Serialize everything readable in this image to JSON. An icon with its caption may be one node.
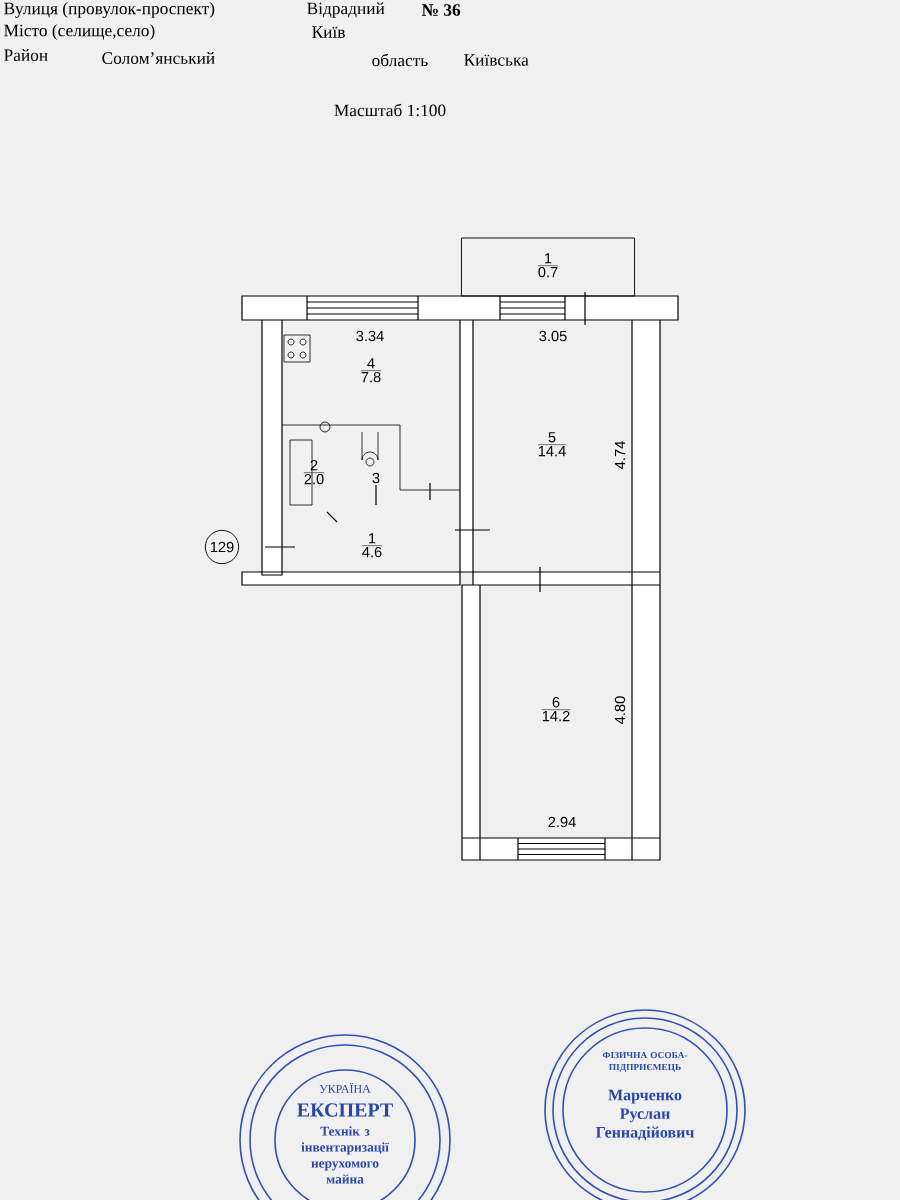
{
  "diagram": {
    "nodes": [
      {
        "text": [
          "1",
          "0.7"
        ]
      },
      {
        "text": [
          "4",
          "7.8"
        ]
      },
      {
        "text": [
          "5",
          "14.4"
        ]
      },
      {
        "text": [
          "2",
          "2.0"
        ]
      },
      {
        "text": [
          "3"
        ]
      },
      {
        "text": [
          "1",
          "4.6"
        ]
      },
      {
        "text": [
          "6",
          "14.2"
        ]
      },
      {
        "text": [
          "129"
        ]
      }
    ],
    "labels": [
      "Вулиця (провулок-проспект)",
      "Відрадний",
      "№ 36",
      "Місто (селище,село)",
      "Київ",
      "Район",
      "Солом’янський",
      "область",
      "Київська",
      "Масштаб 1:100",
      "3.34",
      "3.05",
      "4.74",
      "4.80",
      "2.94",
      "УКРАЇНА",
      "ЕКСПЕРТ",
      "Технік з інвентаризації нерухомого майна",
      "ФІЗИЧНА ОСОБА-ПІДПРИЄМЕЦЬ",
      "Марченко Руслан Геннадійович"
    ]
  }
}
